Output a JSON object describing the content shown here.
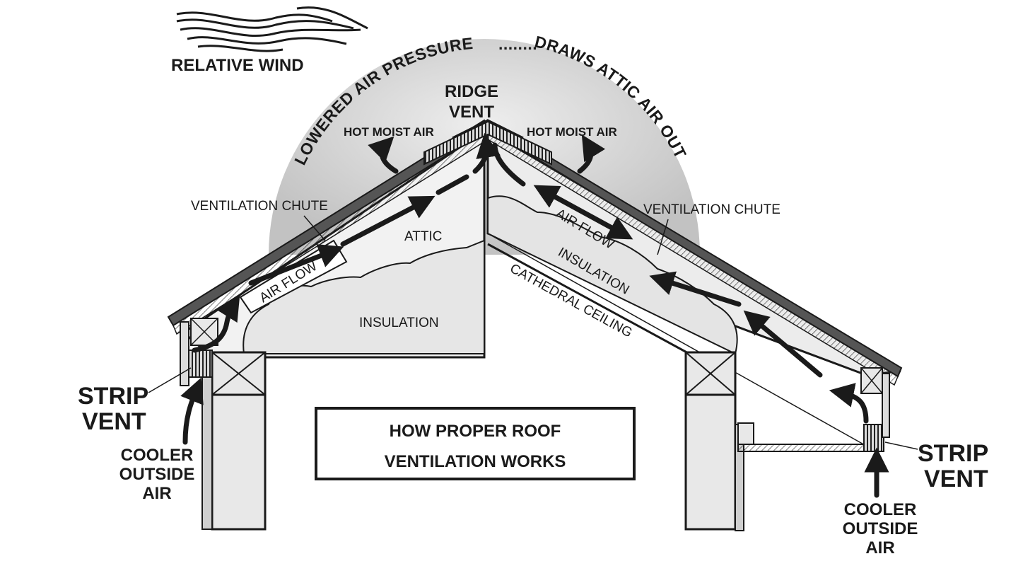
{
  "title_box": {
    "line1": "HOW PROPER ROOF",
    "line2": "VENTILATION  WORKS"
  },
  "wind": {
    "label": "RELATIVE WIND"
  },
  "arc_text": {
    "left": "LOWERED AIR PRESSURE",
    "dots": "........",
    "right": "DRAWS ATTIC AIR OUT"
  },
  "ridge_vent": {
    "line1": "RIDGE",
    "line2": "VENT"
  },
  "hot_air_left": "HOT MOIST AIR",
  "hot_air_right": "HOT MOIST AIR",
  "chute_left": "VENTILATION CHUTE",
  "chute_right": "VENTILATION CHUTE",
  "attic": "ATTIC",
  "insulation_left": "INSULATION",
  "insulation_right": "INSULATION",
  "airflow_left": "AIR FLOW",
  "airflow_right": "AIR FLOW",
  "cathedral": "CATHEDRAL CEILING",
  "strip_vent_left": {
    "line1": "STRIP",
    "line2": "VENT"
  },
  "strip_vent_right": {
    "line1": "STRIP",
    "line2": "VENT"
  },
  "cooler_left": {
    "line1": "COOLER",
    "line2": "OUTSIDE",
    "line3": "AIR"
  },
  "cooler_right": {
    "line1": "COOLER",
    "line2": "OUTSIDE",
    "line3": "AIR"
  },
  "colors": {
    "ink": "#1a1a1a",
    "dome": "#d4d4d4",
    "fill": "#ececec",
    "shingle": "#5a5a5a"
  }
}
